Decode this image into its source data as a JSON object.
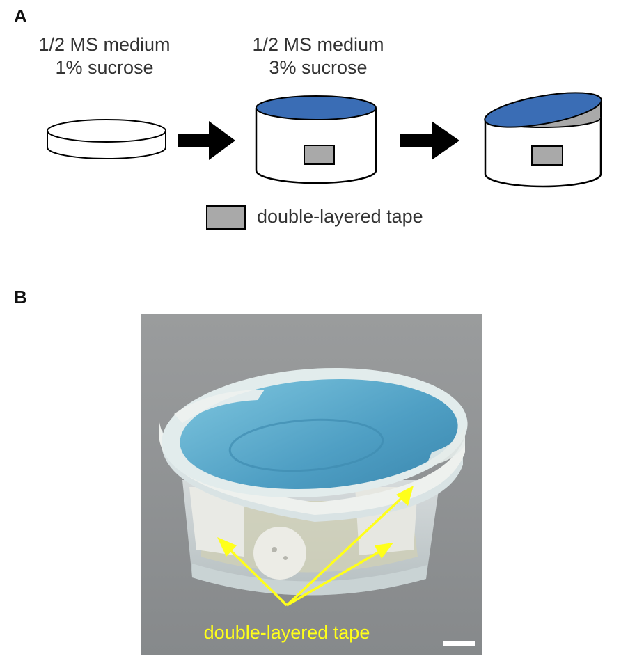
{
  "panel_a": {
    "label": "A",
    "stage1": {
      "line1": "1/2 MS medium",
      "line2": "1% sucrose"
    },
    "stage2": {
      "line1": "1/2 MS medium",
      "line2": "3% sucrose"
    },
    "legend": {
      "text": "double-layered tape",
      "swatch_color": "#a9a9a9"
    },
    "colors": {
      "lid_blue": "#3a6db5",
      "tape_gray": "#a9a9a9",
      "arrow": "#000000"
    }
  },
  "panel_b": {
    "label": "B",
    "annotation": "double-layered tape",
    "annotation_color": "#ffff1a",
    "colors": {
      "background": "#8e9193",
      "lid": "#5fa8c9",
      "tape": "#e8e8e2"
    }
  }
}
